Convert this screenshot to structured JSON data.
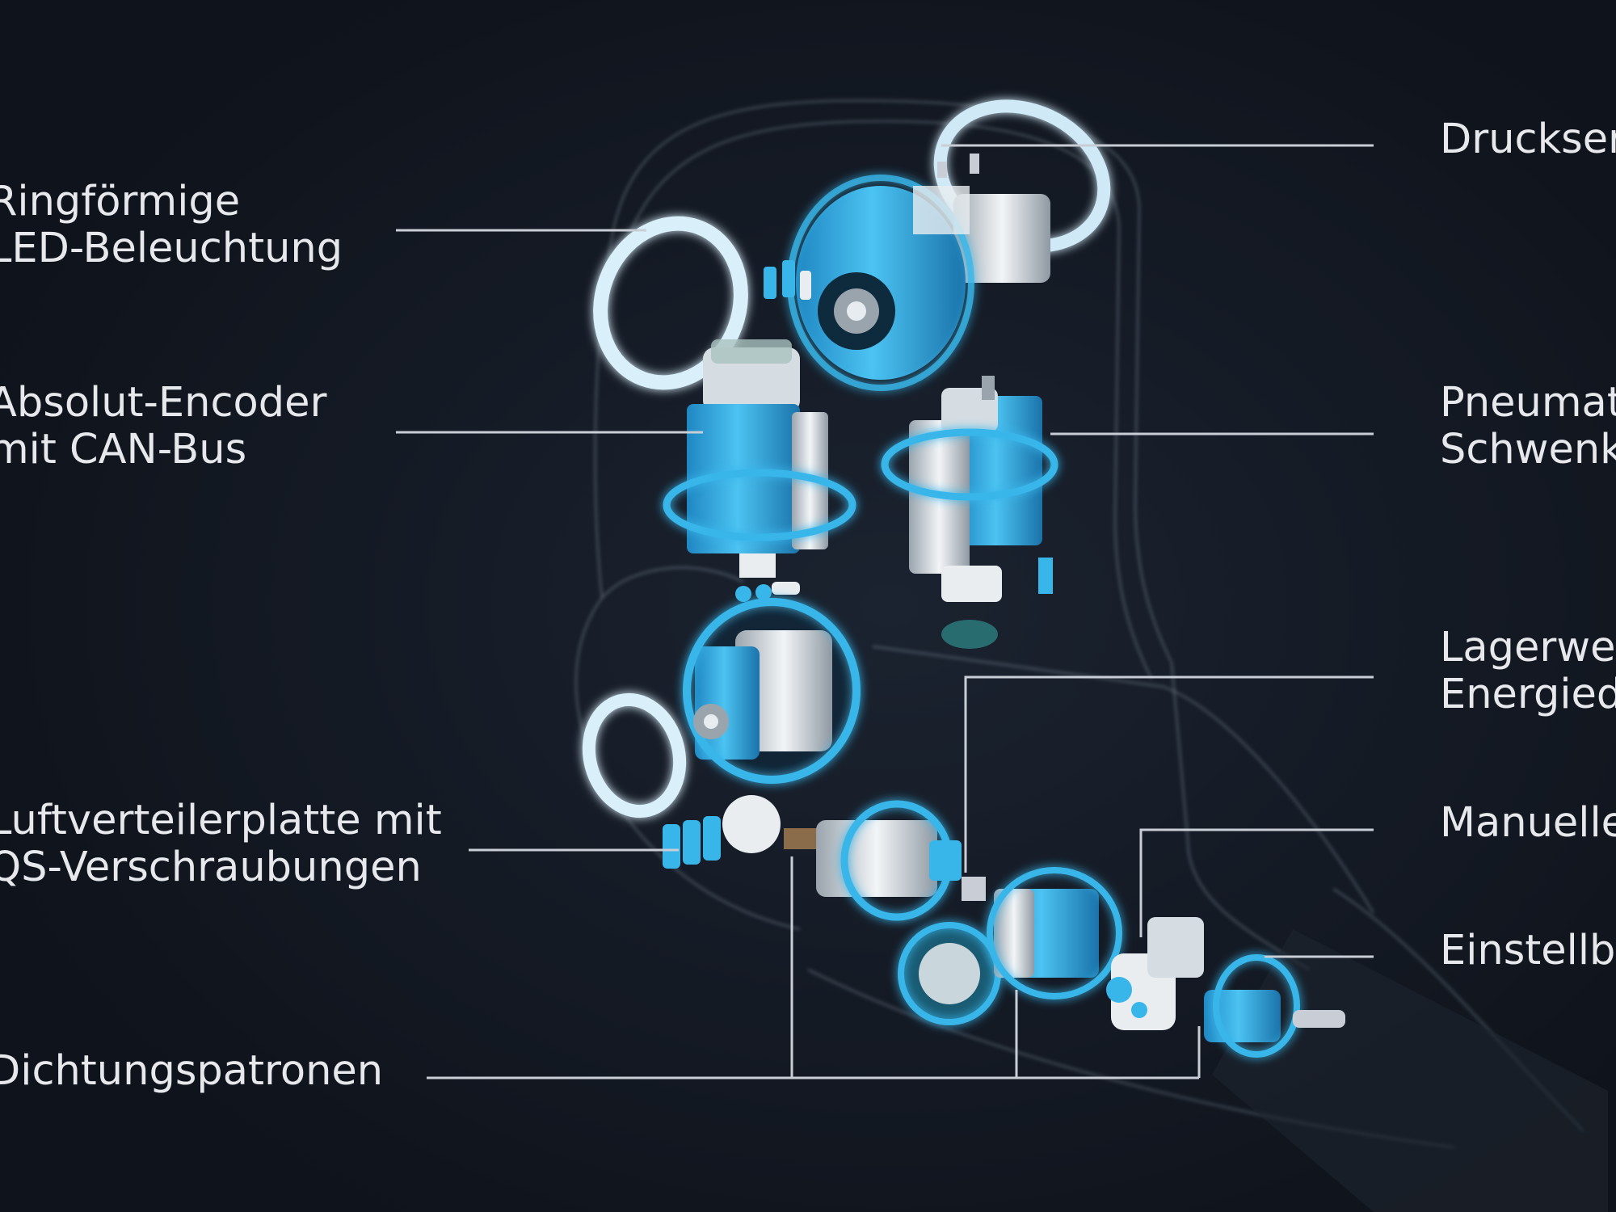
{
  "labels": {
    "left": [
      {
        "id": "ring-led",
        "lines": [
          "Ringförmige",
          "LED-Beleuchtung"
        ]
      },
      {
        "id": "absolut-encoder",
        "lines": [
          "Absolut-Encoder",
          "mit CAN-Bus"
        ]
      },
      {
        "id": "luftverteilerplatte",
        "lines": [
          "Luftverteilerplatte mit",
          "QS-Verschraubungen"
        ]
      },
      {
        "id": "dichtungspatronen",
        "lines": [
          "Dichtungspatronen"
        ]
      }
    ],
    "right": [
      {
        "id": "drucksensor",
        "lines": [
          "Druckser"
        ]
      },
      {
        "id": "pneumatik",
        "lines": [
          "Pneumat",
          "Schwenk"
        ]
      },
      {
        "id": "lagerwelle",
        "lines": [
          "Lagerwel",
          "Energied"
        ]
      },
      {
        "id": "manuelle",
        "lines": [
          "Manuelle"
        ]
      },
      {
        "id": "einstellbar",
        "lines": [
          "Einstellba"
        ]
      }
    ]
  },
  "colors": {
    "background": "#121720",
    "accent_blue": "#38b6ea",
    "ring_glow": "#cfe9f6",
    "white_parts": "#e9edf0",
    "leader_lines": "#c9ced6"
  }
}
